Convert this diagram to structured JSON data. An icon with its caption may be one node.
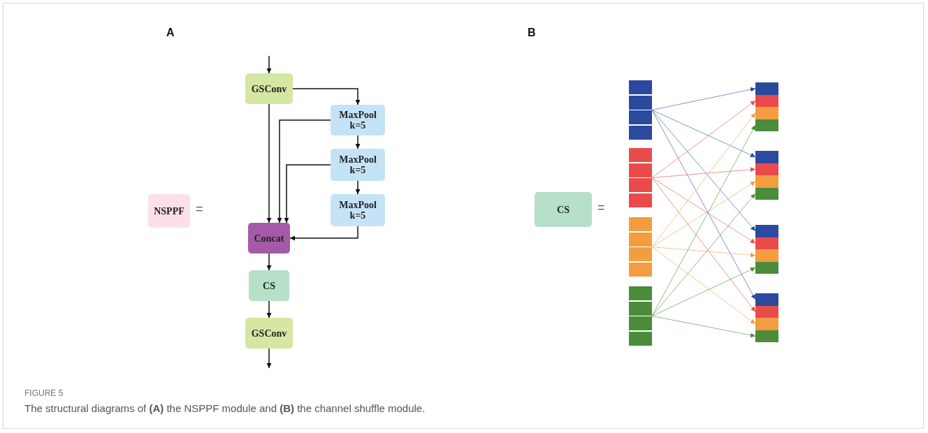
{
  "diagram": {
    "caption": "The structural diagrams of **(A)** the NSPPF module and **(B)** the channel shuffle module.",
    "nodes": [
      {
        "text": [
          "NSPPF"
        ]
      },
      {
        "text": [
          "GSConv"
        ]
      },
      {
        "text": [
          "MaxPool k=5"
        ]
      },
      {
        "text": [
          "MaxPool k=5"
        ]
      },
      {
        "text": [
          "MaxPool k=5"
        ]
      },
      {
        "text": [
          "Concat"
        ]
      },
      {
        "text": [
          "CS"
        ]
      },
      {
        "text": [
          "GSConv"
        ]
      },
      {
        "text": [
          "CS"
        ]
      },
      {
        "text": [],
        "shape": "bar"
      },
      {
        "text": [],
        "shape": "bar"
      },
      {
        "text": [],
        "shape": "bar"
      },
      {
        "text": [],
        "shape": "bar"
      },
      {
        "text": [],
        "shape": "box"
      },
      {
        "text": [],
        "shape": "box"
      },
      {
        "text": [],
        "shape": "box"
      },
      {
        "text": [],
        "shape": "box"
      },
      {
        "text": [],
        "shape": "box"
      },
      {
        "text": [],
        "shape": "box"
      },
      {
        "text": [],
        "shape": "box"
      },
      {
        "text": [],
        "shape": "box"
      },
      {
        "text": [],
        "shape": "box"
      },
      {
        "text": [],
        "shape": "box"
      },
      {
        "text": [],
        "shape": "box"
      },
      {
        "text": [],
        "shape": "box"
      },
      {
        "text": [],
        "shape": "box"
      },
      {
        "text": [],
        "shape": "box"
      },
      {
        "text": [],
        "shape": "box"
      },
      {
        "text": [],
        "shape": "box"
      }
    ],
    "edges": [
      {
        "from": null,
        "to": 1,
        "arrow": "to"
      },
      {
        "from": 1,
        "to": 2,
        "arrow": "to"
      },
      {
        "from": 1,
        "to": 5,
        "arrow": "to"
      },
      {
        "from": 2,
        "to": 3,
        "arrow": "to"
      },
      {
        "from": 2,
        "to": 5,
        "arrow": "to"
      },
      {
        "from": 3,
        "to": 4,
        "arrow": "to"
      },
      {
        "from": 3,
        "to": 5,
        "arrow": "to"
      },
      {
        "from": 4,
        "to": 5,
        "arrow": "to"
      },
      {
        "from": 5,
        "to": 6,
        "arrow": "to"
      },
      {
        "from": 6,
        "to": 7,
        "arrow": "to"
      },
      {
        "from": 7,
        "to": null,
        "arrow": "to"
      },
      {
        "from": 9,
        "to": 13,
        "arrow": "to",
        "color": "#2b4a9e"
      },
      {
        "from": 9,
        "to": 17,
        "arrow": "to",
        "color": "#2b4a9e"
      },
      {
        "from": 9,
        "to": 21,
        "arrow": "to",
        "color": "#2b4a9e"
      },
      {
        "from": 9,
        "to": 25,
        "arrow": "to",
        "color": "#2b4a9e"
      },
      {
        "from": 10,
        "to": 14,
        "arrow": "to",
        "color": "#e94b4b"
      },
      {
        "from": 10,
        "to": 18,
        "arrow": "to",
        "color": "#e94b4b"
      },
      {
        "from": 10,
        "to": 22,
        "arrow": "to",
        "color": "#e94b4b"
      },
      {
        "from": 10,
        "to": 26,
        "arrow": "to",
        "color": "#e94b4b"
      },
      {
        "from": 11,
        "to": 15,
        "arrow": "to",
        "color": "#f39c40"
      },
      {
        "from": 11,
        "to": 19,
        "arrow": "to",
        "color": "#f39c40"
      },
      {
        "from": 11,
        "to": 23,
        "arrow": "to",
        "color": "#f39c40"
      },
      {
        "from": 11,
        "to": 27,
        "arrow": "to",
        "color": "#f39c40"
      },
      {
        "from": 12,
        "to": 16,
        "arrow": "to",
        "color": "#4a8c3a"
      },
      {
        "from": 12,
        "to": 20,
        "arrow": "to",
        "color": "#4a8c3a"
      },
      {
        "from": 12,
        "to": 24,
        "arrow": "to",
        "color": "#4a8c3a"
      },
      {
        "from": 12,
        "to": 28,
        "arrow": "to",
        "color": "#4a8c3a"
      }
    ],
    "labels": [
      "A",
      "B",
      "=",
      "=",
      "FIGURE 5"
    ]
  }
}
